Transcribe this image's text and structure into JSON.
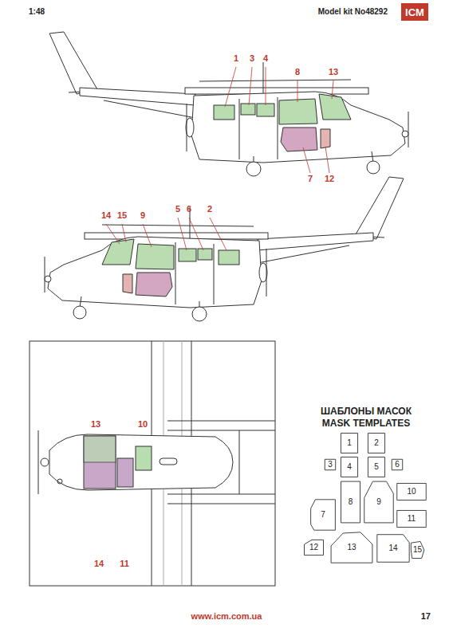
{
  "diagram": {
    "title": "ШАБЛОНЫ МАСОК",
    "nodes": [
      {
        "text": [
          "1"
        ]
      },
      {
        "text": [
          "2"
        ]
      },
      {
        "text": [
          "3"
        ]
      },
      {
        "text": [
          "4"
        ]
      },
      {
        "text": [
          "5"
        ]
      },
      {
        "text": [
          "6"
        ]
      },
      {
        "text": [
          "10"
        ]
      },
      {
        "text": [
          "7"
        ]
      },
      {
        "text": [
          "8"
        ]
      },
      {
        "text": [
          "9"
        ]
      },
      {
        "text": [
          "11"
        ]
      },
      {
        "text": [
          "12"
        ]
      },
      {
        "text": [
          "13"
        ]
      },
      {
        "text": [
          "14"
        ]
      },
      {
        "text": [
          "15"
        ]
      }
    ],
    "labels": [
      "1:48",
      "Model kit No48292",
      "ICM",
      "1",
      "3",
      "4",
      "8",
      "13",
      "7",
      "12",
      "14",
      "15",
      "9",
      "5",
      "6",
      "2",
      "13",
      "10",
      "14",
      "11",
      "MASK TEMPLATES",
      "www.icm.com.ua",
      "17"
    ]
  }
}
